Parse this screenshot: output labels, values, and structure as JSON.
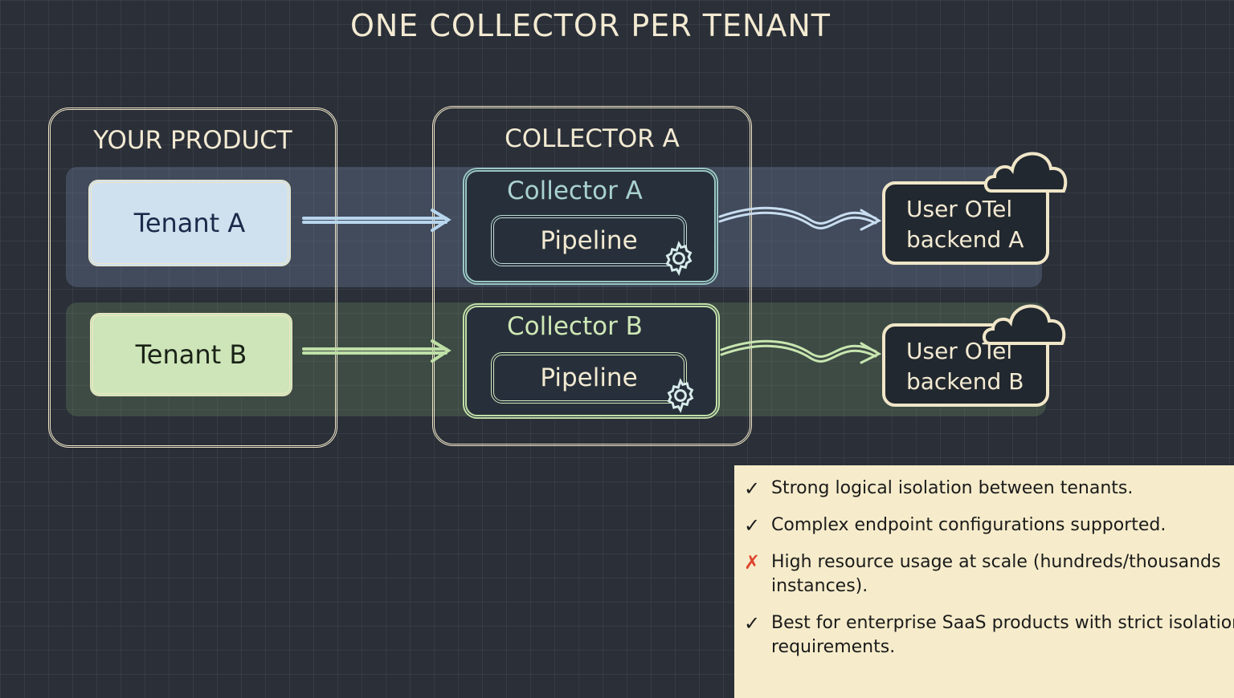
{
  "title": "ONE COLLECTOR PER TENANT",
  "your_product": {
    "label": "YOUR PRODUCT",
    "tenants": [
      {
        "label": "Tenant A",
        "color": "#cfe1ef"
      },
      {
        "label": "Tenant B",
        "color": "#cde5b8"
      }
    ]
  },
  "collector_group": {
    "label": "COLLECTOR A",
    "collectors": [
      {
        "label": "Collector A",
        "pipeline": "Pipeline",
        "color": "#9bc8c6"
      },
      {
        "label": "Collector B",
        "pipeline": "Pipeline",
        "color": "#c2e0a8"
      }
    ]
  },
  "backends": [
    {
      "line1": "User OTel",
      "line2": "backend A"
    },
    {
      "line1": "User OTel",
      "line2": "backend B"
    }
  ],
  "notes": [
    {
      "mark": "✓",
      "type": "pro",
      "text": "Strong logical isolation between tenants."
    },
    {
      "mark": "✓",
      "type": "pro",
      "text": "Complex endpoint configurations supported."
    },
    {
      "mark": "✗",
      "type": "con",
      "text": "High resource usage at scale (hundreds/thousands instances)."
    },
    {
      "mark": "✓",
      "type": "pro",
      "text": "Best for enterprise SaaS products with strict isolation requirements."
    }
  ]
}
